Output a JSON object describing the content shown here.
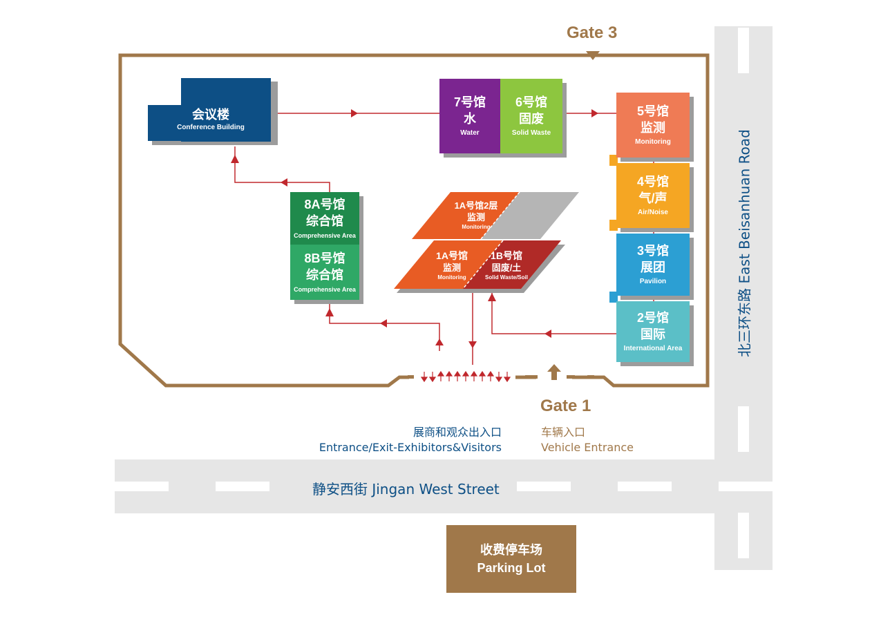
{
  "gates": {
    "gate3": "Gate 3",
    "gate1": "Gate 1"
  },
  "halls": {
    "conference": {
      "cn": "会议楼",
      "en": "Conference Building"
    },
    "h7": {
      "cn1": "7号馆",
      "cn2": "水",
      "en": "Water"
    },
    "h6": {
      "cn1": "6号馆",
      "cn2": "固废",
      "en": "Solid Waste"
    },
    "h5": {
      "cn1": "5号馆",
      "cn2": "监测",
      "en": "Monitoring"
    },
    "h4": {
      "cn1": "4号馆",
      "cn2": "气/声",
      "en": "Air/Noise"
    },
    "h3": {
      "cn1": "3号馆",
      "cn2": "展团",
      "en": "Pavilion"
    },
    "h2": {
      "cn1": "2号馆",
      "cn2": "国际",
      "en": "International Area"
    },
    "h8a": {
      "cn1": "8A号馆",
      "cn2": "综合馆",
      "en": "Comprehensive Area"
    },
    "h8b": {
      "cn1": "8B号馆",
      "cn2": "综合馆",
      "en": "Comprehensive Area"
    },
    "h1a2": {
      "cn1": "1A号馆2层",
      "cn2": "监测",
      "en": "Monitoring"
    },
    "h1a": {
      "cn1": "1A号馆",
      "cn2": "监测",
      "en": "Monitoring"
    },
    "h1b": {
      "cn1": "1B号馆",
      "cn2": "固废/土",
      "en": "Solid Waste/Soil"
    }
  },
  "entrances": {
    "visitors_cn": "展商和观众出入口",
    "visitors_en": "Entrance/Exit-Exhibitors&Visitors",
    "vehicle_cn": "车辆入口",
    "vehicle_en": "Vehicle Entrance"
  },
  "roads": {
    "west_street": "静安西街 Jingan West Street",
    "east_road": "北三环东路 East Beisanhuan Road"
  },
  "parking": {
    "cn": "收费停车场",
    "en": "Parking Lot"
  },
  "colors": {
    "boundary": "#a0784a",
    "arrow": "#c0282d",
    "conference": "#0d4f85",
    "h7": "#7b2590",
    "h6": "#8dc63f",
    "h5": "#ef7b55",
    "h4": "#f5a623",
    "h3": "#2c9fd3",
    "h2": "#5bbfc7",
    "h8a": "#1f8a4c",
    "h8b": "#2fa866",
    "h1a": "#e85c24",
    "h1b": "#b02a27",
    "parking": "#a0784a"
  }
}
